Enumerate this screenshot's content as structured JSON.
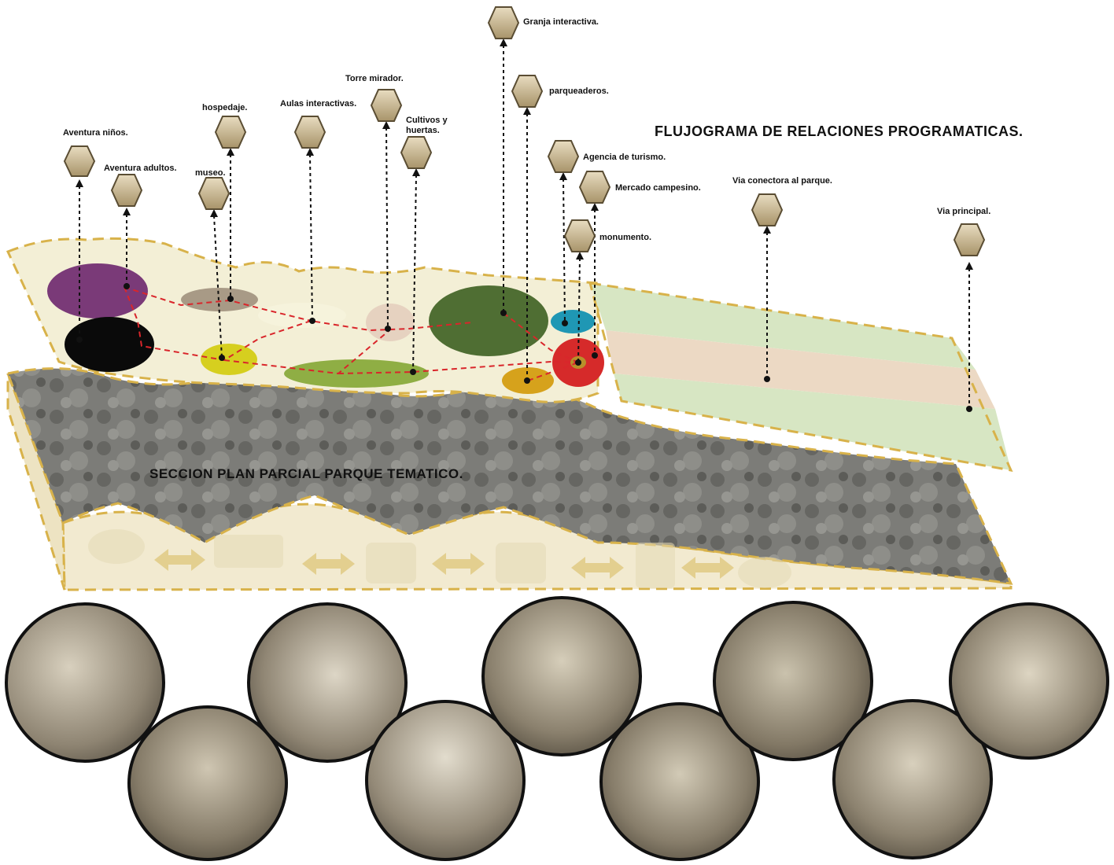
{
  "title": "FLUJOGRAMA DE RELACIONES PROGRAMATICAS.",
  "section_title": "SECCION  PLAN PARCIAL PARQUE TEMATICO.",
  "program_items": [
    {
      "id": "aventura-ninos",
      "label": "Aventura niños."
    },
    {
      "id": "aventura-adultos",
      "label": "Aventura adultos."
    },
    {
      "id": "hospedaje",
      "label": "hospedaje."
    },
    {
      "id": "museo",
      "label": "museo."
    },
    {
      "id": "aulas",
      "label": "Aulas interactivas."
    },
    {
      "id": "torre",
      "label": "Torre mirador."
    },
    {
      "id": "cultivos",
      "label": "Cultivos          y huertas."
    },
    {
      "id": "granja",
      "label": "Granja interactiva."
    },
    {
      "id": "parqueaderos",
      "label": "parqueaderos."
    },
    {
      "id": "agencia",
      "label": "Agencia de turismo."
    },
    {
      "id": "mercado",
      "label": "Mercado campesino."
    },
    {
      "id": "monumento",
      "label": "monumento."
    },
    {
      "id": "via-conectora",
      "label": "Via conectora al parque."
    },
    {
      "id": "via-principal",
      "label": "Via principal."
    }
  ],
  "zone_colors": {
    "aventura-ninos": "#7a3a78",
    "aventura-adultos": "#0a0a0a",
    "hospedaje": "#a89a86",
    "museo": "#d6cf1f",
    "aulas": "#f6f3dc",
    "torre": "#e6d2c0",
    "cultivos": "#8fae44",
    "granja": "#4f6e33",
    "parqueaderos": "#d6a21c",
    "agencia": "#1f97b4",
    "mercado": "#d62a2a",
    "monumento": "#b8902a"
  },
  "band_colors": {
    "plan_top": "#f3efd6",
    "terrain_side": "#f2ead0",
    "dashed_border": "#d8b24a",
    "road_green": "#d7e6c3",
    "road_pink": "#ecd9c4",
    "flow_line": "#d9262b",
    "icon_fill": "#c9b48c",
    "arrow_fill": "#e3cf8f"
  }
}
